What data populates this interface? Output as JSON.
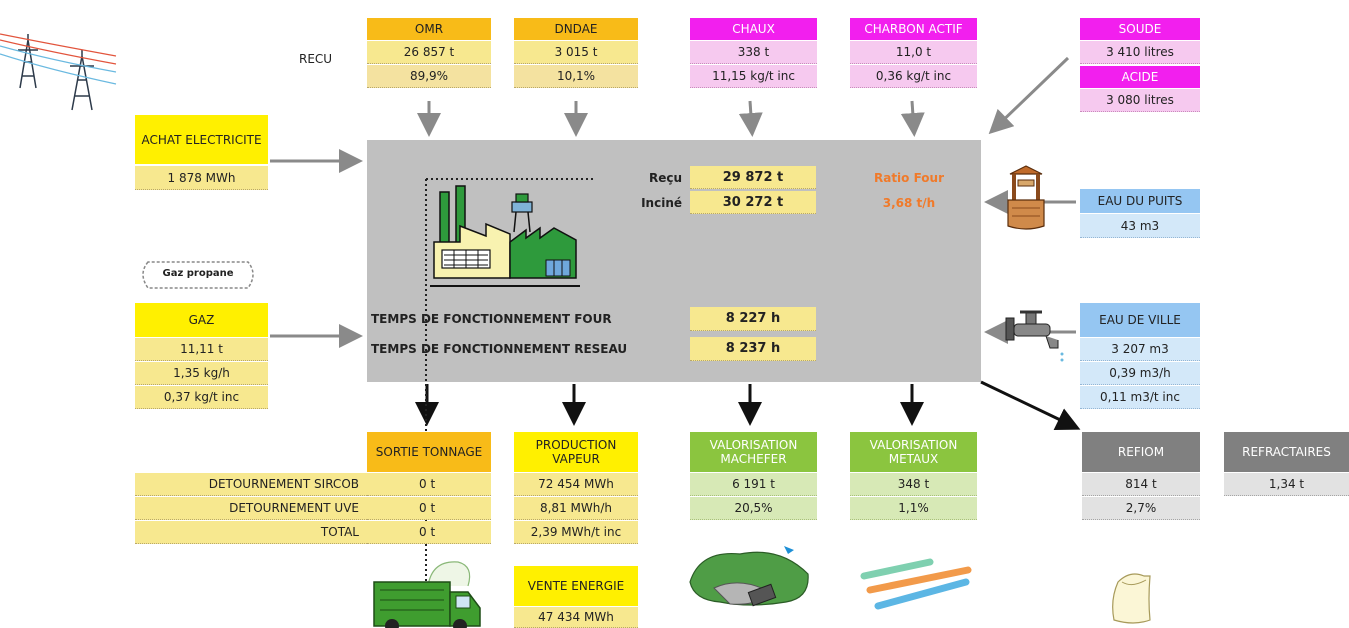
{
  "recu_label": "RECU",
  "inputs": {
    "omr": {
      "label": "OMR",
      "tonnage": "26 857 t",
      "pct": "89,9%"
    },
    "dndae": {
      "label": "DNDAE",
      "tonnage": "3 015 t",
      "pct": "10,1%"
    },
    "chaux": {
      "label": "CHAUX",
      "qty": "338 t",
      "ratio": "11,15 kg/t inc"
    },
    "charbon": {
      "label": "CHARBON ACTIF",
      "qty": "11,0 t",
      "ratio": "0,36 kg/t inc"
    },
    "soude": {
      "label": "SOUDE",
      "qty": "3 410 litres"
    },
    "acide": {
      "label": "ACIDE",
      "qty": "3 080 litres"
    },
    "electricite": {
      "label": "ACHAT ELECTRICITE",
      "value": "1 878 MWh"
    },
    "gaz": {
      "icon_label": "Gaz propane",
      "label": "GAZ",
      "v1": "11,11 t",
      "v2": "1,35 kg/h",
      "v3": "0,37 kg/t inc"
    },
    "puits": {
      "label": "EAU DU PUITS",
      "value": "43 m3"
    },
    "ville": {
      "label": "EAU DE VILLE",
      "v1": "3 207 m3",
      "v2": "0,39 m3/h",
      "v3": "0,11 m3/t inc"
    }
  },
  "center": {
    "recu_label": "Reçu",
    "recu_value": "29 872 t",
    "incinere_label": "Inciné",
    "incinere_value": "30 272 t",
    "ratio_label": "Ratio Four",
    "ratio_value": "3,68 t/h",
    "four_label": "TEMPS DE FONCTIONNEMENT FOUR",
    "four_value": "8 227 h",
    "reseau_label": "TEMPS DE FONCTIONNEMENT RESEAU",
    "reseau_value": "8 237 h"
  },
  "outputs": {
    "sortie": {
      "label": "SORTIE TONNAGE",
      "rows": [
        {
          "label": "DETOURNEMENT SIRCOB",
          "value": "0 t"
        },
        {
          "label": "DETOURNEMENT UVE",
          "value": "0 t"
        },
        {
          "label": "TOTAL",
          "value": "0 t"
        }
      ]
    },
    "vapeur": {
      "label": "PRODUCTION VAPEUR",
      "v1": "72 454 MWh",
      "v2": "8,81 MWh/h",
      "v3": "2,39 MWh/t inc"
    },
    "vente": {
      "label": "VENTE ENERGIE",
      "value": "47 434 MWh"
    },
    "machefer": {
      "label": "VALORISATION MACHEFER",
      "v1": "6 191 t",
      "v2": "20,5%"
    },
    "metaux": {
      "label": "VALORISATION METAUX",
      "v1": "348 t",
      "v2": "1,1%"
    },
    "refiom": {
      "label": "REFIOM",
      "v1": "814 t",
      "v2": "2,7%"
    },
    "refractaires": {
      "label": "REFRACTAIRES",
      "v1": "1,34 t"
    }
  },
  "colors": {
    "yellow_header": "#fff000",
    "orange_header": "#f8bb18",
    "magenta_header": "#f21fee",
    "blue_header": "#95c6f2",
    "green_header": "#8bc53f",
    "grey_header": "#808080",
    "ratio_orange": "#f07a2a",
    "center_box": "#c0c0c0"
  },
  "icons": [
    "power-pylons-icon",
    "factory-icon",
    "gas-tank-icon",
    "water-well-icon",
    "water-tap-icon",
    "garbage-truck-icon",
    "ash-heap-icon",
    "metal-bars-icon",
    "sack-icon"
  ]
}
